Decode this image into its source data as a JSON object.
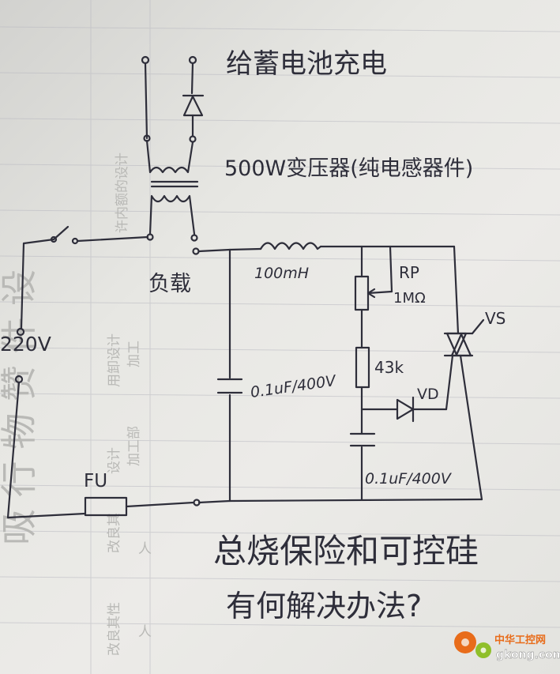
{
  "title": "给蓄电池充电",
  "transformer_label": "500W变压器(纯电感器件)",
  "switch_label": "负载",
  "mains_label": "220V",
  "fuse_label": "FU",
  "inductor_label": "100mH",
  "cap1_label": "0.1uF/400V",
  "pot_label": "RP",
  "pot_value": "1MΩ",
  "resistor_label": "43k",
  "diode_label": "VD",
  "triac_label": "VS",
  "cap2_label": "0.1uF/400V",
  "question_line1": "总烧保险和可控硅",
  "question_line2": "有何解决办法?",
  "ghost_text": {
    "big_vertical": "吸 行 物 赞 件 设",
    "col_top": "许内额的设计",
    "col_mid1": "用卸设计",
    "col_mid1b": "加工",
    "col_mid2": "设计",
    "col_mid2b": "加工部",
    "col_low": "改良其",
    "col_low2": "人",
    "col_bottom": "改良其性",
    "col_bottom2": "人"
  },
  "watermark_cn": "中华工控网",
  "watermark_url": "gkong.com",
  "colors": {
    "ink": "#2e2e3a",
    "paper": "#e9e8e4",
    "rule": "#b9b9c2",
    "watermark": "#e86c1a"
  }
}
